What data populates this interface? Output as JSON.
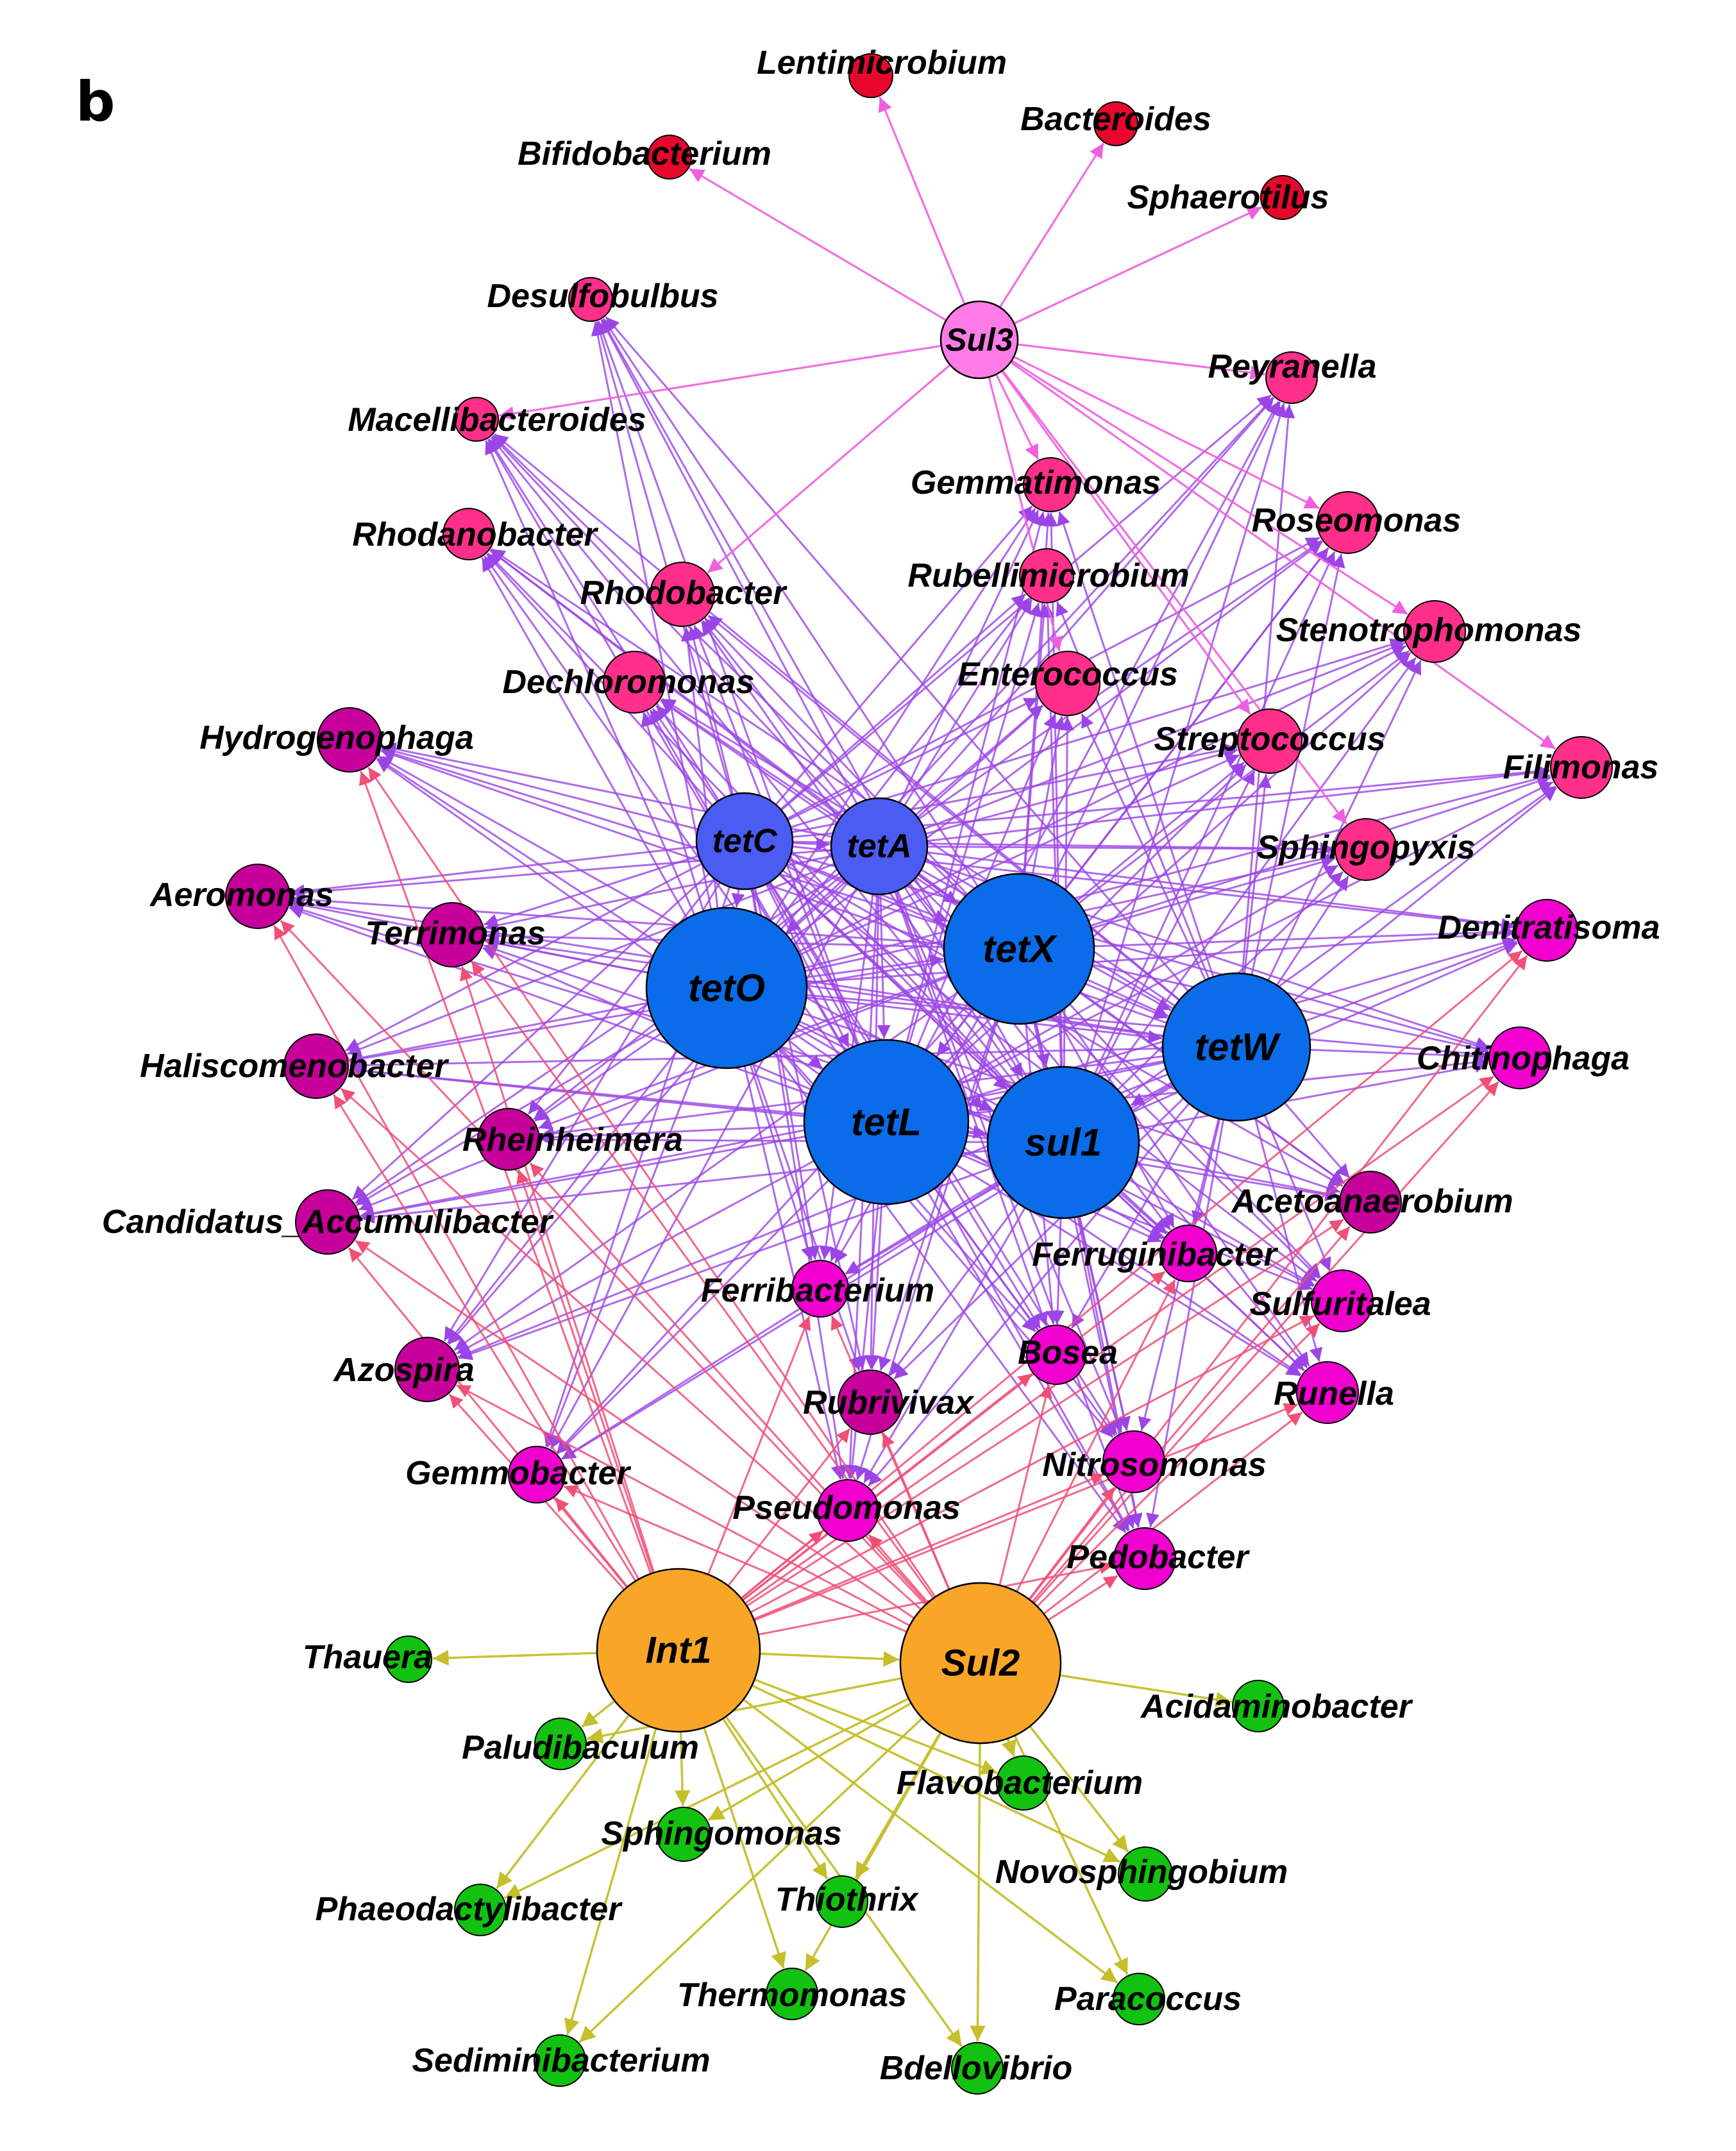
{
  "figure": {
    "panel_label": "b"
  },
  "colors": {
    "hub_blue": "#0a6ce8",
    "hub_blue_small": "#4a5cf2",
    "hub_pink": "#ff7ce8",
    "hub_orange": "#f9a628",
    "red": "#e8072c",
    "pink": "#ff2f8a",
    "magenta": "#f000cf",
    "purple": "#c7009b",
    "green": "#13c211",
    "edge_purple": "#9b45e6",
    "edge_pink": "#f04f76",
    "edge_violet": "#ef5fe0",
    "edge_olive": "#c4bf2b"
  },
  "hubs": [
    {
      "id": "sul3",
      "label": "Sul3"
    },
    {
      "id": "tetC",
      "label": "tetC"
    },
    {
      "id": "tetA",
      "label": "tetA"
    },
    {
      "id": "tetO",
      "label": "tetO"
    },
    {
      "id": "tetX",
      "label": "tetX"
    },
    {
      "id": "tetW",
      "label": "tetW"
    },
    {
      "id": "tetL",
      "label": "tetL"
    },
    {
      "id": "sul1",
      "label": "sul1"
    },
    {
      "id": "int1",
      "label": "Int1"
    },
    {
      "id": "sul2",
      "label": "Sul2"
    }
  ],
  "genera": [
    {
      "id": "lentimicrobium",
      "label": "Lentimicrobium"
    },
    {
      "id": "bacteroides",
      "label": "Bacteroides"
    },
    {
      "id": "bifidobacterium",
      "label": "Bifidobacterium"
    },
    {
      "id": "sphaerotilus",
      "label": "Sphaerotilus"
    },
    {
      "id": "desulfobulbus",
      "label": "Desulfobulbus"
    },
    {
      "id": "reyranella",
      "label": "Reyranella"
    },
    {
      "id": "macellibacteroides",
      "label": "Macellibacteroides"
    },
    {
      "id": "gemmatimonas",
      "label": "Gemmatimonas"
    },
    {
      "id": "roseomonas",
      "label": "Roseomonas"
    },
    {
      "id": "rhodanobacter",
      "label": "Rhodanobacter"
    },
    {
      "id": "rubellimicrobium",
      "label": "Rubellimicrobium"
    },
    {
      "id": "rhodobacter",
      "label": "Rhodobacter"
    },
    {
      "id": "stenotrophomonas",
      "label": "Stenotrophomonas"
    },
    {
      "id": "dechloromonas",
      "label": "Dechloromonas"
    },
    {
      "id": "enterococcus",
      "label": "Enterococcus"
    },
    {
      "id": "hydrogenophaga",
      "label": "Hydrogenophaga"
    },
    {
      "id": "streptococcus",
      "label": "Streptococcus"
    },
    {
      "id": "filimonas",
      "label": "Filimonas"
    },
    {
      "id": "sphingopyxis",
      "label": "Sphingopyxis"
    },
    {
      "id": "aeromonas",
      "label": "Aeromonas"
    },
    {
      "id": "terrimonas",
      "label": "Terrimonas"
    },
    {
      "id": "denitratisoma",
      "label": "Denitratisoma"
    },
    {
      "id": "haliscomenobacter",
      "label": "Haliscomenobacter"
    },
    {
      "id": "chitinophaga",
      "label": "Chitinophaga"
    },
    {
      "id": "rheinheimera",
      "label": "Rheinheimera"
    },
    {
      "id": "candidatus",
      "label": "Candidatus_Accumulibacter"
    },
    {
      "id": "acetoanaerobium",
      "label": "Acetoanaerobium"
    },
    {
      "id": "ferruginibacter",
      "label": "Ferruginibacter"
    },
    {
      "id": "ferribacterium",
      "label": "Ferribacterium"
    },
    {
      "id": "sulfuritalea",
      "label": "Sulfuritalea"
    },
    {
      "id": "bosea",
      "label": "Bosea"
    },
    {
      "id": "azospira",
      "label": "Azospira"
    },
    {
      "id": "rubrivivax",
      "label": "Rubrivivax"
    },
    {
      "id": "runella",
      "label": "Runella"
    },
    {
      "id": "nitrosomonas",
      "label": "Nitrosomonas"
    },
    {
      "id": "gemmobacter",
      "label": "Gemmobacter"
    },
    {
      "id": "pseudomonas",
      "label": "Pseudomonas"
    },
    {
      "id": "pedobacter",
      "label": "Pedobacter"
    },
    {
      "id": "thauera",
      "label": "Thauera"
    },
    {
      "id": "acidaminobacter",
      "label": "Acidaminobacter"
    },
    {
      "id": "paludibaculum",
      "label": "Paludibaculum"
    },
    {
      "id": "flavobacterium",
      "label": "Flavobacterium"
    },
    {
      "id": "sphingomonas",
      "label": "Sphingomonas"
    },
    {
      "id": "novosphingobium",
      "label": "Novosphingobium"
    },
    {
      "id": "phaeodactylibacter",
      "label": "Phaeodactylibacter"
    },
    {
      "id": "thiothrix",
      "label": "Thiothrix"
    },
    {
      "id": "thermomonas",
      "label": "Thermomonas"
    },
    {
      "id": "paracoccus",
      "label": "Paracoccus"
    },
    {
      "id": "sediminibacterium",
      "label": "Sediminibacterium"
    },
    {
      "id": "bdellovibrio",
      "label": "Bdellovibrio"
    }
  ]
}
